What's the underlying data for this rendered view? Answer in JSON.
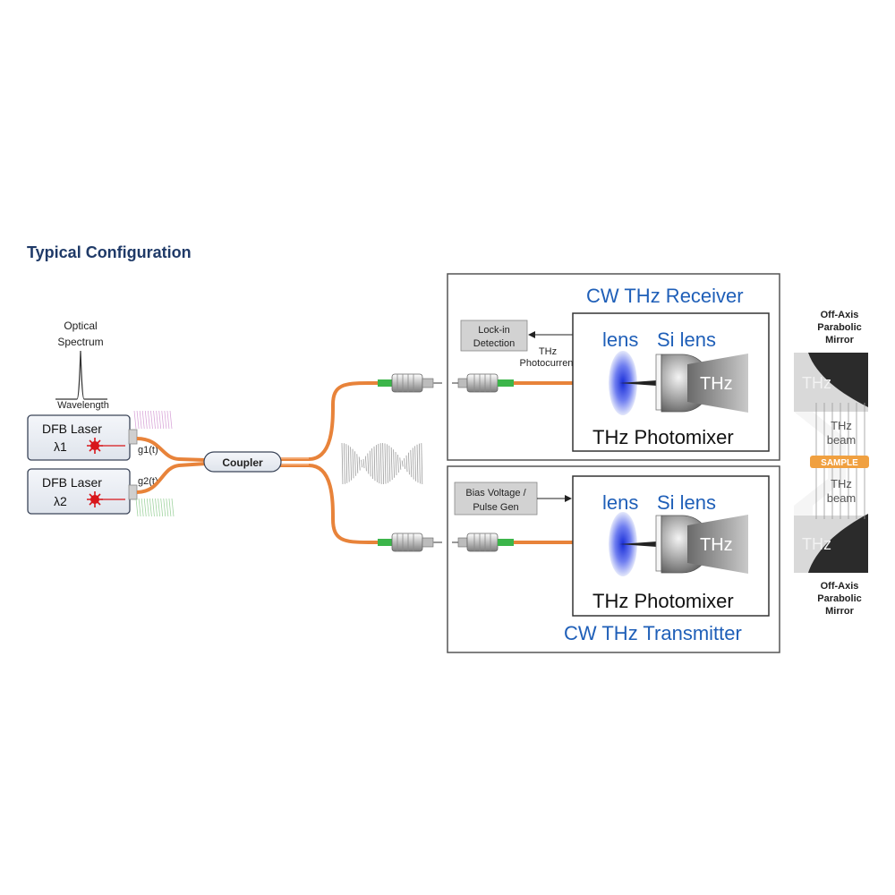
{
  "heading": "Typical Configuration",
  "spectrum": {
    "title_line1": "Optical",
    "title_line2": "Spectrum",
    "axis_label": "Wavelength"
  },
  "lasers": [
    {
      "name": "DFB Laser",
      "symbol": "λ1",
      "signal": "g1(t)"
    },
    {
      "name": "DFB Laser",
      "symbol": "λ2",
      "signal": "g2(t)"
    }
  ],
  "coupler": "Coupler",
  "receiver": {
    "title": "CW THz Receiver",
    "detector_line1": "Lock-in",
    "detector_line2": "Detection",
    "current_line1": "THz",
    "current_line2": "Photocurrent",
    "lens": "lens",
    "si_lens": "Si lens",
    "thz": "THz",
    "photomixer": "THz Photomixer"
  },
  "transmitter": {
    "title": "CW THz Transmitter",
    "bias_line1": "Bias Voltage /",
    "bias_line2": "Pulse Gen",
    "lens": "lens",
    "si_lens": "Si lens",
    "thz": "THz",
    "photomixer": "THz Photomixer"
  },
  "mirrors": {
    "top_line1": "Off-Axis",
    "top_line2": "Parabolic",
    "top_line3": "Mirror",
    "bottom_line1": "Off-Axis",
    "bottom_line2": "Parabolic",
    "bottom_line3": "Mirror",
    "thz_top": "THz",
    "thz_bottom": "THz",
    "beam_top_line1": "THz",
    "beam_top_line2": "beam",
    "beam_bottom_line1": "THz",
    "beam_bottom_line2": "beam",
    "sample": "SAMPLE"
  },
  "colors": {
    "fiber": "#e8833a",
    "connector_green": "#3cb54a",
    "heading": "#1f3a68",
    "blue_text": "#1f5fb8",
    "sample": "#f0a040",
    "laser_star": "#d8161b"
  }
}
